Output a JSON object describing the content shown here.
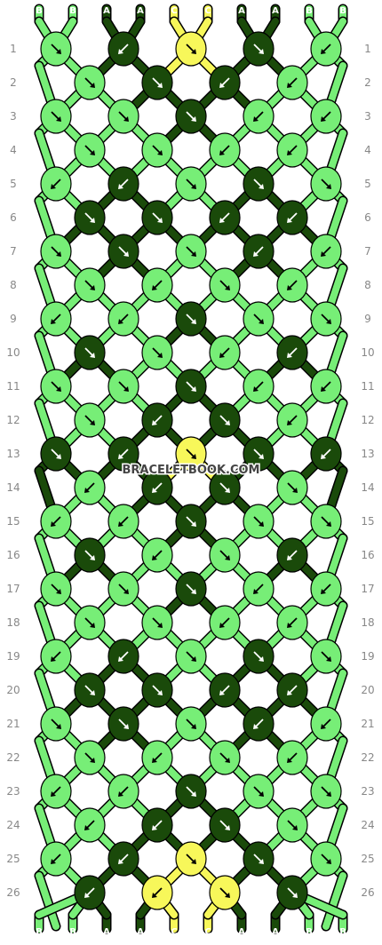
{
  "pattern": {
    "watermark": "BRACELETBOOK.COM",
    "colors": {
      "B": "#77ee77",
      "A": "#1a4a0a",
      "C": "#f7f75a"
    },
    "top_strands": [
      "B",
      "B",
      "A",
      "A",
      "C",
      "C",
      "A",
      "A",
      "B",
      "B"
    ],
    "bottom_strands": [
      "B",
      "B",
      "A",
      "A",
      "C",
      "C",
      "A",
      "A",
      "B",
      "B"
    ],
    "row_numbers": [
      "1",
      "2",
      "3",
      "4",
      "5",
      "6",
      "7",
      "8",
      "9",
      "10",
      "11",
      "12",
      "13",
      "14",
      "15",
      "16",
      "17",
      "18",
      "19",
      "20",
      "21",
      "22",
      "23",
      "24",
      "25",
      "26"
    ],
    "rows": [
      {
        "row": 1,
        "knots": [
          {
            "c": "B",
            "d": "br"
          },
          {
            "c": "A",
            "d": "bl"
          },
          {
            "c": "C",
            "d": "br"
          },
          {
            "c": "A",
            "d": "br"
          },
          {
            "c": "B",
            "d": "bl"
          }
        ]
      },
      {
        "row": 2,
        "knots": [
          {
            "c": "B",
            "d": "br"
          },
          {
            "c": "A",
            "d": "br"
          },
          {
            "c": "A",
            "d": "bl"
          },
          {
            "c": "B",
            "d": "bl"
          }
        ]
      },
      {
        "row": 3,
        "knots": [
          {
            "c": "B",
            "d": "br"
          },
          {
            "c": "B",
            "d": "br"
          },
          {
            "c": "A",
            "d": "br"
          },
          {
            "c": "B",
            "d": "bl"
          },
          {
            "c": "B",
            "d": "bl"
          }
        ]
      },
      {
        "row": 4,
        "knots": [
          {
            "c": "B",
            "d": "br"
          },
          {
            "c": "B",
            "d": "br"
          },
          {
            "c": "B",
            "d": "bl"
          },
          {
            "c": "B",
            "d": "bl"
          }
        ]
      },
      {
        "row": 5,
        "knots": [
          {
            "c": "B",
            "d": "bl"
          },
          {
            "c": "A",
            "d": "bl"
          },
          {
            "c": "B",
            "d": "br"
          },
          {
            "c": "A",
            "d": "br"
          },
          {
            "c": "B",
            "d": "br"
          }
        ]
      },
      {
        "row": 6,
        "knots": [
          {
            "c": "A",
            "d": "br"
          },
          {
            "c": "A",
            "d": "br"
          },
          {
            "c": "A",
            "d": "bl"
          },
          {
            "c": "A",
            "d": "bl"
          }
        ]
      },
      {
        "row": 7,
        "knots": [
          {
            "c": "B",
            "d": "br"
          },
          {
            "c": "A",
            "d": "br"
          },
          {
            "c": "B",
            "d": "br"
          },
          {
            "c": "A",
            "d": "bl"
          },
          {
            "c": "B",
            "d": "bl"
          }
        ]
      },
      {
        "row": 8,
        "knots": [
          {
            "c": "B",
            "d": "br"
          },
          {
            "c": "B",
            "d": "bl"
          },
          {
            "c": "B",
            "d": "br"
          },
          {
            "c": "B",
            "d": "bl"
          }
        ]
      },
      {
        "row": 9,
        "knots": [
          {
            "c": "B",
            "d": "bl"
          },
          {
            "c": "B",
            "d": "bl"
          },
          {
            "c": "A",
            "d": "br"
          },
          {
            "c": "B",
            "d": "br"
          },
          {
            "c": "B",
            "d": "br"
          }
        ]
      },
      {
        "row": 10,
        "knots": [
          {
            "c": "A",
            "d": "br"
          },
          {
            "c": "B",
            "d": "br"
          },
          {
            "c": "B",
            "d": "bl"
          },
          {
            "c": "A",
            "d": "bl"
          }
        ]
      },
      {
        "row": 11,
        "knots": [
          {
            "c": "B",
            "d": "br"
          },
          {
            "c": "B",
            "d": "br"
          },
          {
            "c": "A",
            "d": "br"
          },
          {
            "c": "B",
            "d": "bl"
          },
          {
            "c": "B",
            "d": "bl"
          }
        ]
      },
      {
        "row": 12,
        "knots": [
          {
            "c": "B",
            "d": "br"
          },
          {
            "c": "A",
            "d": "bl"
          },
          {
            "c": "A",
            "d": "br"
          },
          {
            "c": "B",
            "d": "bl"
          }
        ]
      },
      {
        "row": 13,
        "knots": [
          {
            "c": "A",
            "d": "br"
          },
          {
            "c": "A",
            "d": "bl"
          },
          {
            "c": "C",
            "d": "br"
          },
          {
            "c": "A",
            "d": "br"
          },
          {
            "c": "A",
            "d": "bl"
          }
        ]
      },
      {
        "row": 14,
        "knots": [
          {
            "c": "B",
            "d": "bl"
          },
          {
            "c": "A",
            "d": "bl"
          },
          {
            "c": "A",
            "d": "br"
          },
          {
            "c": "B",
            "d": "br"
          }
        ]
      },
      {
        "row": 15,
        "knots": [
          {
            "c": "B",
            "d": "bl"
          },
          {
            "c": "B",
            "d": "bl"
          },
          {
            "c": "A",
            "d": "br"
          },
          {
            "c": "B",
            "d": "br"
          },
          {
            "c": "B",
            "d": "br"
          }
        ]
      },
      {
        "row": 16,
        "knots": [
          {
            "c": "A",
            "d": "br"
          },
          {
            "c": "B",
            "d": "bl"
          },
          {
            "c": "B",
            "d": "br"
          },
          {
            "c": "A",
            "d": "bl"
          }
        ]
      },
      {
        "row": 17,
        "knots": [
          {
            "c": "B",
            "d": "br"
          },
          {
            "c": "B",
            "d": "br"
          },
          {
            "c": "A",
            "d": "br"
          },
          {
            "c": "B",
            "d": "bl"
          },
          {
            "c": "B",
            "d": "bl"
          }
        ]
      },
      {
        "row": 18,
        "knots": [
          {
            "c": "B",
            "d": "br"
          },
          {
            "c": "B",
            "d": "br"
          },
          {
            "c": "B",
            "d": "bl"
          },
          {
            "c": "B",
            "d": "bl"
          }
        ]
      },
      {
        "row": 19,
        "knots": [
          {
            "c": "B",
            "d": "bl"
          },
          {
            "c": "A",
            "d": "bl"
          },
          {
            "c": "B",
            "d": "br"
          },
          {
            "c": "A",
            "d": "br"
          },
          {
            "c": "B",
            "d": "br"
          }
        ]
      },
      {
        "row": 20,
        "knots": [
          {
            "c": "A",
            "d": "br"
          },
          {
            "c": "A",
            "d": "br"
          },
          {
            "c": "A",
            "d": "bl"
          },
          {
            "c": "A",
            "d": "bl"
          }
        ]
      },
      {
        "row": 21,
        "knots": [
          {
            "c": "B",
            "d": "br"
          },
          {
            "c": "A",
            "d": "br"
          },
          {
            "c": "B",
            "d": "br"
          },
          {
            "c": "A",
            "d": "bl"
          },
          {
            "c": "B",
            "d": "bl"
          }
        ]
      },
      {
        "row": 22,
        "knots": [
          {
            "c": "B",
            "d": "br"
          },
          {
            "c": "B",
            "d": "bl"
          },
          {
            "c": "B",
            "d": "br"
          },
          {
            "c": "B",
            "d": "bl"
          }
        ]
      },
      {
        "row": 23,
        "knots": [
          {
            "c": "B",
            "d": "bl"
          },
          {
            "c": "B",
            "d": "bl"
          },
          {
            "c": "A",
            "d": "br"
          },
          {
            "c": "B",
            "d": "br"
          },
          {
            "c": "B",
            "d": "br"
          }
        ]
      },
      {
        "row": 24,
        "knots": [
          {
            "c": "B",
            "d": "bl"
          },
          {
            "c": "A",
            "d": "bl"
          },
          {
            "c": "A",
            "d": "br"
          },
          {
            "c": "B",
            "d": "br"
          }
        ]
      },
      {
        "row": 25,
        "knots": [
          {
            "c": "B",
            "d": "bl"
          },
          {
            "c": "A",
            "d": "bl"
          },
          {
            "c": "C",
            "d": "br"
          },
          {
            "c": "A",
            "d": "br"
          },
          {
            "c": "B",
            "d": "br"
          }
        ]
      },
      {
        "row": 26,
        "knots": [
          {
            "c": "A",
            "d": "bl"
          },
          {
            "c": "C",
            "d": "bl"
          },
          {
            "c": "C",
            "d": "br"
          },
          {
            "c": "A",
            "d": "br"
          }
        ]
      }
    ]
  }
}
